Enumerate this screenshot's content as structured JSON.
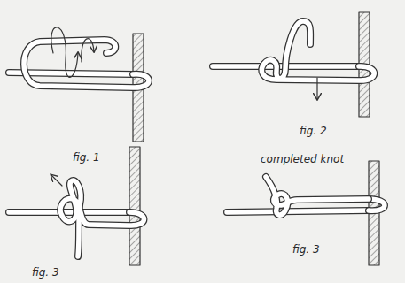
{
  "diagram": {
    "labels": [
      "fig. 1",
      "fig. 2",
      "completed knot",
      "fig. 3",
      "fig. 3"
    ]
  }
}
